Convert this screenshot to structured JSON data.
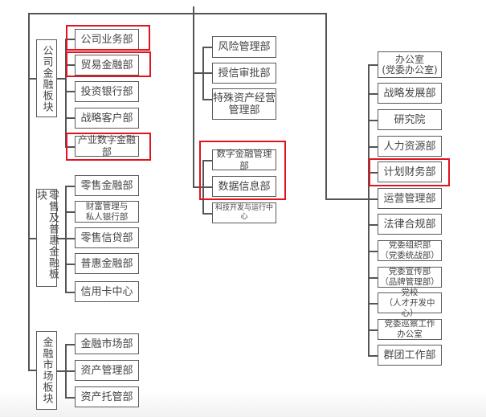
{
  "diagram": {
    "type": "org-chart",
    "highlight_color": "#e0141e",
    "line_color": "#555555",
    "left_column": {
      "sectors": [
        {
          "label": "公司金融板块",
          "departments": [
            "公司业务部",
            "贸易金融部",
            "投资银行部",
            "战略客户部",
            "产业数字金融部"
          ],
          "highlighted": [
            "公司业务部",
            "贸易金融部",
            "产业数字金融部"
          ]
        },
        {
          "label": "零售及普惠金融板块",
          "departments": [
            "零售金融部",
            "财富管理与\n私人银行部",
            "零售信贷部",
            "普惠金融部",
            "信用卡中心"
          ],
          "highlighted": []
        },
        {
          "label": "金融市场板块",
          "departments": [
            "金融市场部",
            "资产管理部",
            "资产托管部"
          ],
          "highlighted": []
        }
      ]
    },
    "middle_column": {
      "groups": [
        {
          "departments": [
            "风险管理部",
            "授信审批部",
            "特殊资产经营\n管理部"
          ]
        },
        {
          "departments": [
            "数字金融管理部",
            "数据信息部",
            "科技开发与运行中心"
          ]
        }
      ],
      "highlighted": [
        "数字金融管理部",
        "数据信息部"
      ]
    },
    "right_column": {
      "departments": [
        "办公室\n(党委办公室)",
        "战略发展部",
        "研究院",
        "人力资源部",
        "计划财务部",
        "运营管理部",
        "法律合规部",
        "党委组织部\n（党委统战部）",
        "党委宣传部\n（品牌管理部）",
        "党校\n（人才开发中心）",
        "党委巡察工作\n办公室",
        "群团工作部"
      ],
      "highlighted": [
        "计划财务部"
      ]
    }
  }
}
